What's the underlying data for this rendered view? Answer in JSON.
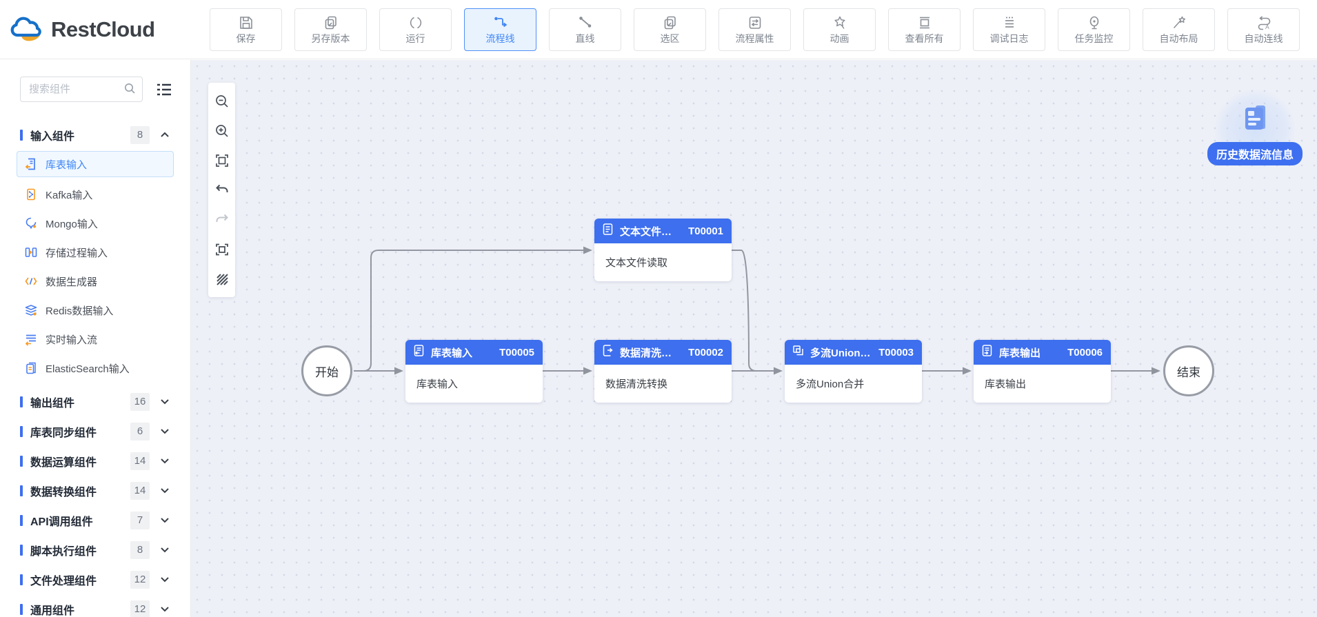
{
  "brand": {
    "name": "RestCloud"
  },
  "toolbar": {
    "buttons": [
      {
        "label": "保存",
        "icon": "save-icon",
        "active": false
      },
      {
        "label": "另存版本",
        "icon": "save-as-version-icon",
        "active": false
      },
      {
        "label": "运行",
        "icon": "run-icon",
        "active": false
      },
      {
        "label": "流程线",
        "icon": "flow-line-icon",
        "active": true
      },
      {
        "label": "直线",
        "icon": "straight-line-icon",
        "active": false
      },
      {
        "label": "选区",
        "icon": "selection-icon",
        "active": false
      },
      {
        "label": "流程属性",
        "icon": "flow-properties-icon",
        "active": false
      },
      {
        "label": "动画",
        "icon": "animation-icon",
        "active": false
      },
      {
        "label": "查看所有",
        "icon": "view-all-icon",
        "active": false
      },
      {
        "label": "调试日志",
        "icon": "debug-log-icon",
        "active": false
      },
      {
        "label": "任务监控",
        "icon": "task-monitor-icon",
        "active": false
      },
      {
        "label": "自动布局",
        "icon": "auto-layout-icon",
        "active": false
      },
      {
        "label": "自动连线",
        "icon": "auto-connect-icon",
        "active": false
      }
    ]
  },
  "sidebar": {
    "search_placeholder": "搜索组件",
    "categories": [
      {
        "label": "输入组件",
        "count": "8",
        "expanded": true,
        "items": [
          {
            "label": "库表输入",
            "icon": "table-input-icon",
            "selected": true
          },
          {
            "label": "Kafka输入",
            "icon": "kafka-input-icon",
            "selected": false
          },
          {
            "label": "Mongo输入",
            "icon": "mongo-input-icon",
            "selected": false
          },
          {
            "label": "存储过程输入",
            "icon": "stored-procedure-input-icon",
            "selected": false
          },
          {
            "label": "数据生成器",
            "icon": "data-generator-icon",
            "selected": false
          },
          {
            "label": "Redis数据输入",
            "icon": "redis-input-icon",
            "selected": false
          },
          {
            "label": "实时输入流",
            "icon": "realtime-stream-input-icon",
            "selected": false
          },
          {
            "label": "ElasticSearch输入",
            "icon": "elasticsearch-input-icon",
            "selected": false
          }
        ]
      },
      {
        "label": "输出组件",
        "count": "16",
        "expanded": false
      },
      {
        "label": "库表同步组件",
        "count": "6",
        "expanded": false
      },
      {
        "label": "数据运算组件",
        "count": "14",
        "expanded": false
      },
      {
        "label": "数据转换组件",
        "count": "14",
        "expanded": false
      },
      {
        "label": "API调用组件",
        "count": "7",
        "expanded": false
      },
      {
        "label": "脚本执行组件",
        "count": "8",
        "expanded": false
      },
      {
        "label": "文件处理组件",
        "count": "12",
        "expanded": false
      },
      {
        "label": "通用组件",
        "count": "12",
        "expanded": false
      }
    ]
  },
  "canvas": {
    "tools": [
      "zoom-out",
      "zoom-in",
      "fit-view",
      "undo",
      "redo",
      "fullscreen",
      "grid-toggle"
    ],
    "history_badge": {
      "label": "历史数据流信息"
    },
    "nodes": {
      "start": {
        "label": "开始"
      },
      "t00005": {
        "title": "库表输入",
        "code": "T00005",
        "body": "库表输入",
        "icon": "table-input-node-icon"
      },
      "t00001": {
        "title": "文本文件…",
        "code": "T00001",
        "body": "文本文件读取",
        "icon": "text-file-node-icon"
      },
      "t00002": {
        "title": "数据清洗…",
        "code": "T00002",
        "body": "数据清洗转换",
        "icon": "data-clean-node-icon"
      },
      "t00003": {
        "title": "多流Union…",
        "code": "T00003",
        "body": "多流Union合并",
        "icon": "union-node-icon"
      },
      "t00006": {
        "title": "库表输出",
        "code": "T00006",
        "body": "库表输出",
        "icon": "table-output-node-icon"
      },
      "end": {
        "label": "结束"
      }
    },
    "edges": [
      {
        "from": "start",
        "to": "t00005"
      },
      {
        "from": "start",
        "to": "t00001"
      },
      {
        "from": "t00005",
        "to": "t00002"
      },
      {
        "from": "t00002",
        "to": "t00003"
      },
      {
        "from": "t00001",
        "to": "t00003"
      },
      {
        "from": "t00003",
        "to": "t00006"
      },
      {
        "from": "t00006",
        "to": "end"
      }
    ]
  },
  "colors": {
    "accent": "#3f86f6",
    "node_header": "#3d6fee",
    "badge_blue": "#3d6ff0",
    "edge": "#8f949d",
    "icon_orange": "#f59a23",
    "canvas_bg": "#eef0f7"
  }
}
